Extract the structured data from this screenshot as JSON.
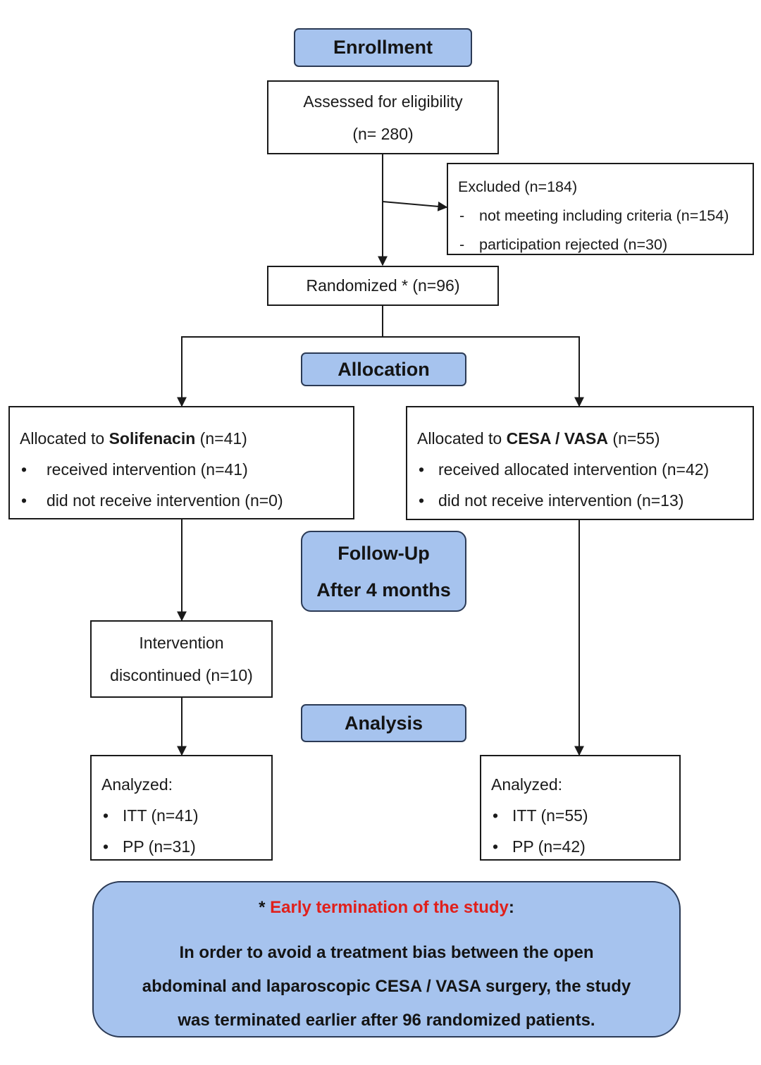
{
  "phases": {
    "enrollment": "Enrollment",
    "allocation": "Allocation",
    "followup_line1": "Follow-Up",
    "followup_line2": "After 4 months",
    "analysis": "Analysis"
  },
  "assessed": {
    "line1": "Assessed for eligibility",
    "line2": "(n= 280)"
  },
  "excluded": {
    "title": "Excluded (n=184)",
    "items": [
      {
        "marker": "-",
        "text": "not meeting including criteria (n=154)"
      },
      {
        "marker": "-",
        "text": "participation rejected (n=30)"
      }
    ]
  },
  "randomized": "Randomized * (n=96)",
  "solifenacin": {
    "prefix": "Allocated to ",
    "name": "Solifenacin",
    "count": " (n=41)",
    "items": [
      {
        "marker": "•",
        "text": "received intervention (n=41)"
      },
      {
        "marker": "•",
        "text": "did not receive intervention (n=0)"
      }
    ]
  },
  "cesa": {
    "prefix": "Allocated to ",
    "name": "CESA / VASA",
    "count": " (n=55)",
    "items": [
      {
        "marker": "•",
        "text": "received allocated intervention (n=42)"
      },
      {
        "marker": "•",
        "text": "did not receive intervention (n=13)"
      }
    ]
  },
  "discontinued": {
    "line1": "Intervention",
    "line2": "discontinued (n=10)"
  },
  "analyzed_left": {
    "title": "Analyzed:",
    "items": [
      {
        "marker": "•",
        "text": "ITT (n=41)"
      },
      {
        "marker": "•",
        "text": "PP (n=31)"
      }
    ]
  },
  "analyzed_right": {
    "title": "Analyzed:",
    "items": [
      {
        "marker": "•",
        "text": "ITT (n=55)"
      },
      {
        "marker": "•",
        "text": "PP (n=42)"
      }
    ]
  },
  "note": {
    "star": "* ",
    "title": "Early termination of the study",
    "colon": ":",
    "line1": "In order to avoid a treatment bias between the open",
    "line2": "abdominal and laparoscopic CESA / VASA surgery, the study",
    "line3": "was terminated earlier after 96 randomized patients.",
    "highlight_color": "#e0201b",
    "fill_color": "#a6c3ee"
  }
}
